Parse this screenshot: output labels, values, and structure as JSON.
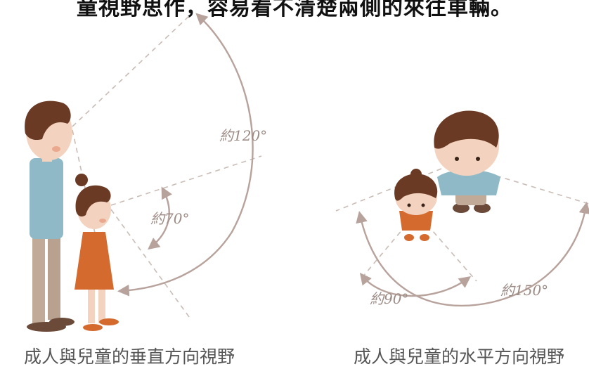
{
  "top_caption": "童視野思作，容易看不清楚兩側的來往車輛。",
  "vertical_view": {
    "caption": "成人與兒童的垂直方向視野",
    "adult_angle_label": "約120°",
    "child_angle_label": "約70°"
  },
  "horizontal_view": {
    "caption": "成人與兒童的水平方向視野",
    "child_angle_label": "約90°",
    "adult_angle_label": "約150°"
  },
  "colors": {
    "sight_line": "#c9bcb6",
    "arrow": "#b7a29c",
    "hair": "#6a3a24",
    "skin": "#f3d3bf",
    "adult_shirt": "#8fb9c6",
    "adult_pants": "#c1aa98",
    "child_dress": "#d56a2e",
    "shoes": "#6b4a3a"
  }
}
